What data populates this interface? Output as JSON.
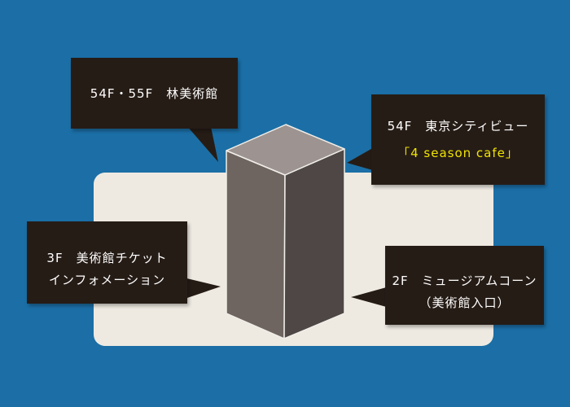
{
  "palette": {
    "background_blue": "#1b6fa6",
    "panel_beige": "#eeeae2",
    "bubble_dark": "#261c16",
    "text_white": "#ffffff",
    "text_yellow": "#f0e400",
    "tower_top": "#9d9492",
    "tower_left": "#6e6460",
    "tower_right": "#4e4745",
    "tower_edge": "#f1eee8"
  },
  "callouts": [
    {
      "id": "hayashi-museum",
      "lines": [
        "54F・55F　林美術館"
      ]
    },
    {
      "id": "tokyo-city-view",
      "lines": [
        "54F　東京シティビュー",
        "「4 season cafe」"
      ]
    },
    {
      "id": "museum-ticket-information",
      "lines": [
        "3F　美術館チケット",
        "インフォメーション"
      ]
    },
    {
      "id": "museum-cone",
      "lines": [
        "2F　ミュージアムコーン",
        "（美術館入口）"
      ]
    }
  ]
}
